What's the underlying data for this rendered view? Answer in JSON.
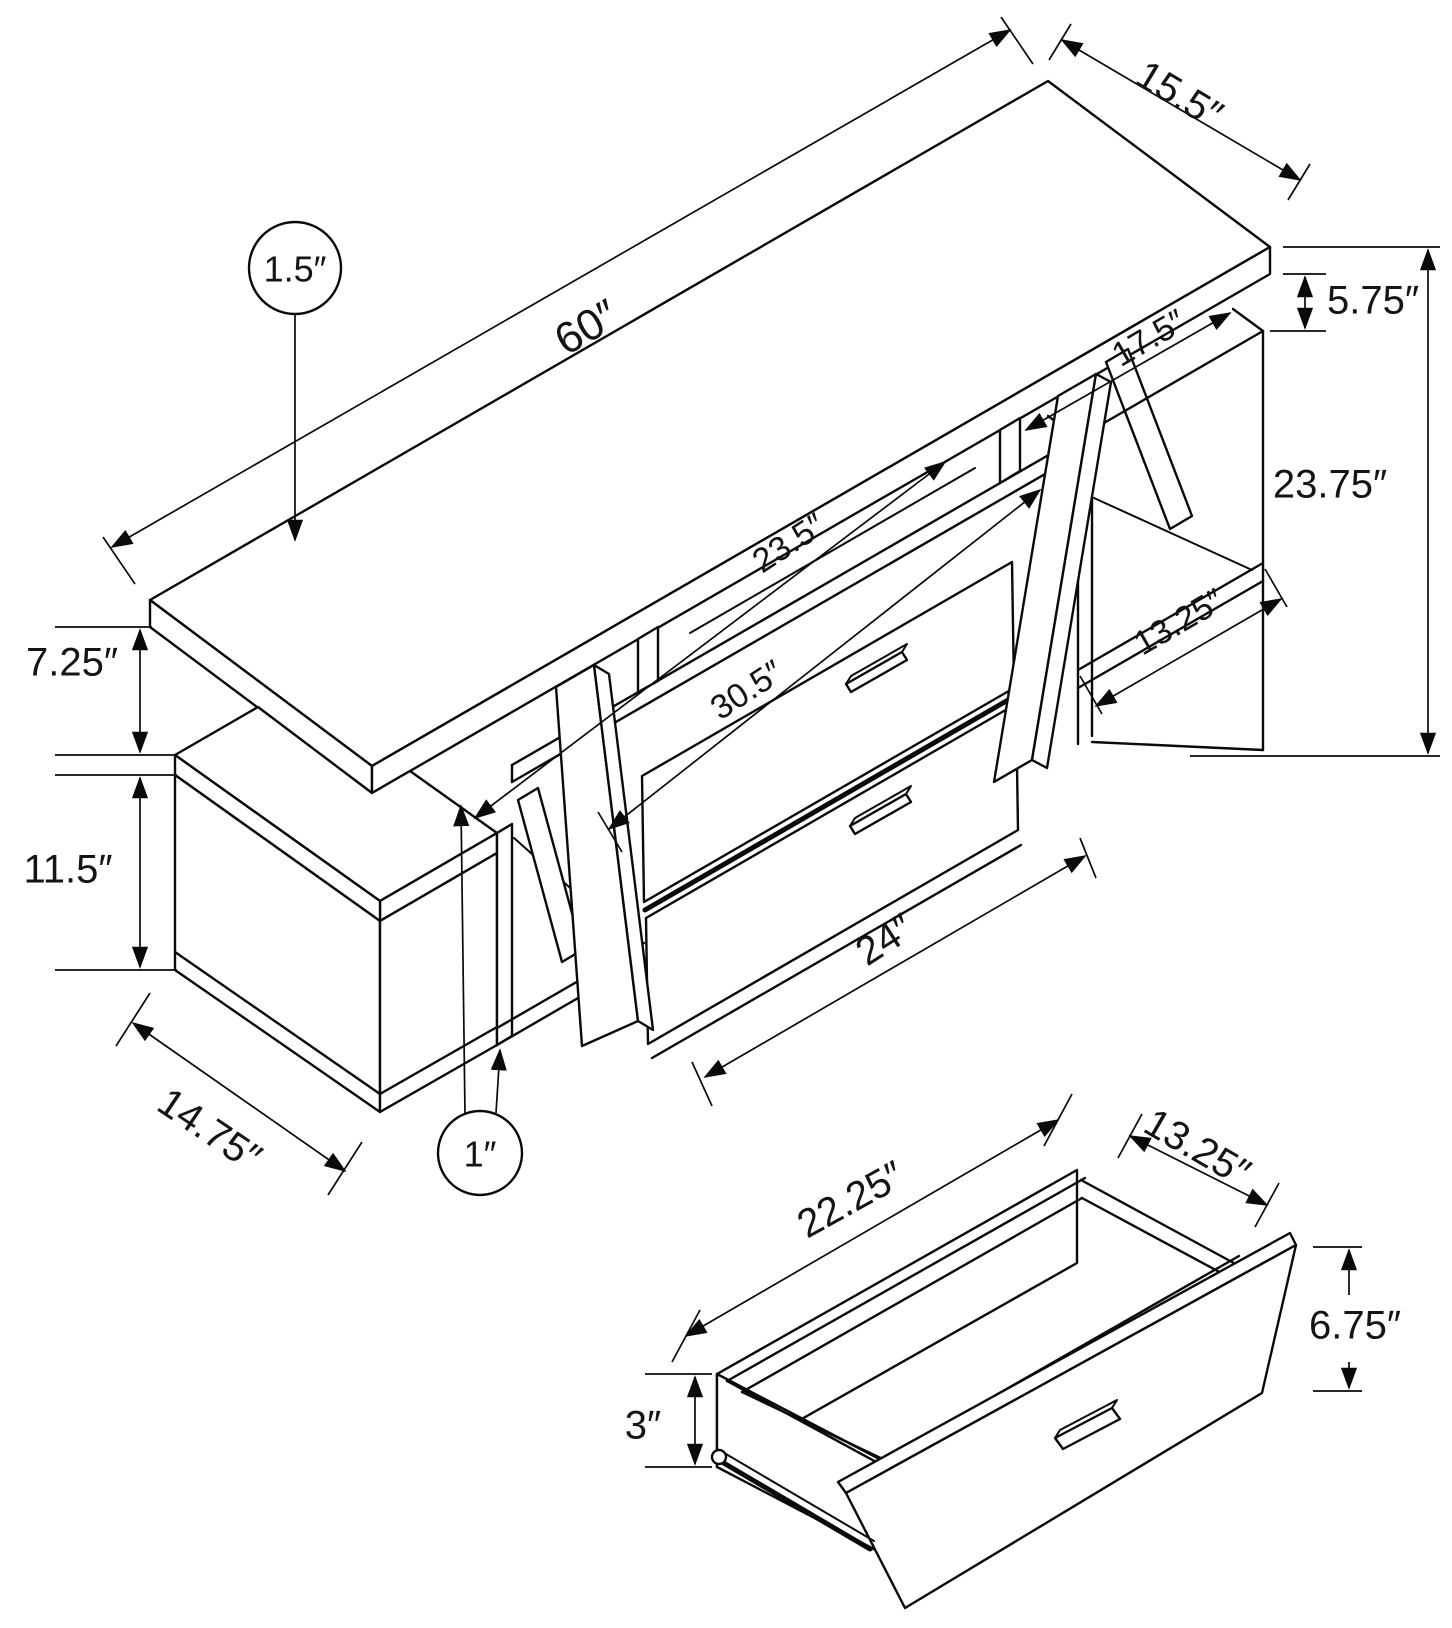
{
  "page": {
    "background": "#ffffff",
    "line_color": "#0a0a0a",
    "units": "inches"
  },
  "main_unit": {
    "callouts": {
      "top_thickness": "1.5″",
      "panel_thickness": "1″"
    },
    "dims": {
      "length": "60″",
      "depth": "15.5″",
      "top_shelf_gap": "5.75″",
      "right_opening_width": "17.5″",
      "center_opening_width": "23.5″",
      "overall_height": "23.75″",
      "left_gap_height": "7.25″",
      "drawer_front_width": "30.5″",
      "right_shelf_width": "13.25″",
      "left_cabinet_height": "11.5″",
      "bottom_opening_width": "24″",
      "left_cabinet_depth": "14.75″"
    }
  },
  "drawer_detail": {
    "dims": {
      "width": "22.25″",
      "depth": "13.25″",
      "front_height": "6.75″",
      "side_height": "3″"
    }
  }
}
